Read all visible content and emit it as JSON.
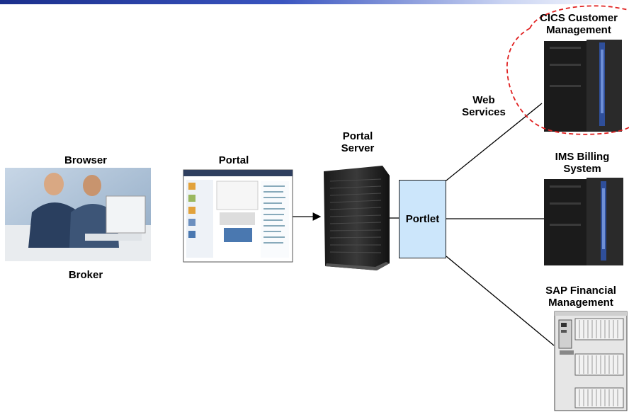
{
  "nodes": {
    "browser": {
      "label": "Browser",
      "caption": "Broker"
    },
    "portal": {
      "label": "Portal"
    },
    "portal_server": {
      "line1": "Portal",
      "line2": "Server"
    },
    "portlet": {
      "label": "Portlet"
    },
    "web_services": {
      "line1": "Web",
      "line2": "Services"
    },
    "cics": {
      "line1": "CICS Customer",
      "line2": "Management"
    },
    "ims": {
      "line1": "IMS Billing",
      "line2": "System"
    },
    "sap": {
      "line1": "SAP Financial",
      "line2": "Management"
    }
  },
  "colors": {
    "highlight_circle": "#e02020",
    "portlet_fill": "#cce6fb",
    "top_bar": "#1b2f8c"
  }
}
